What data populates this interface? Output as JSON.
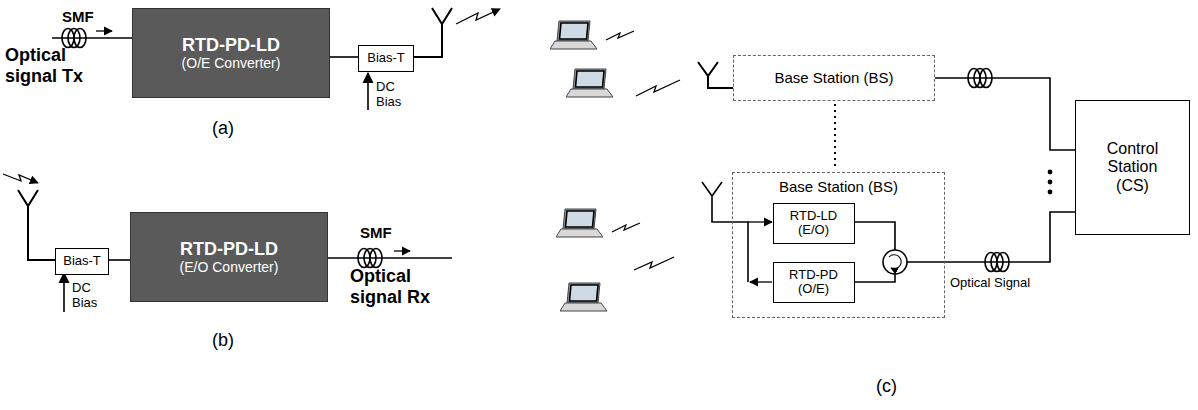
{
  "diagram": {
    "nodes": [
      {
        "text": [
          "RTD-PD-LD",
          "(O/E Converter)"
        ]
      },
      {
        "text": [
          "Bias-T"
        ]
      },
      {
        "text": [
          "RTD-PD-LD",
          "(E/O Converter)"
        ]
      },
      {
        "text": [
          "Bias-T"
        ]
      },
      {
        "text": [
          "Base Station (BS)"
        ]
      },
      {
        "text": [
          "Control Station (CS)"
        ]
      },
      {
        "text": [
          "Base Station (BS)"
        ]
      },
      {
        "text": [
          "RTD-LD (E/O)"
        ],
        "in": 6
      },
      {
        "text": [
          "RTD-PD (O/E)"
        ],
        "in": 6
      }
    ],
    "edges": [
      {
        "from": 0,
        "to": 1,
        "arrow": "none"
      },
      {
        "from": 3,
        "to": 2,
        "arrow": "none"
      },
      {
        "from": 4,
        "to": 5,
        "arrow": "none"
      },
      {
        "from": 6,
        "to": 5,
        "arrow": "none"
      }
    ],
    "labels": [
      "SMF",
      "Optical signal Tx",
      "DC Bias",
      "(a)",
      "SMF",
      "Optical signal Rx",
      "DC Bias",
      "(b)",
      "Optical Signal",
      "(c)"
    ]
  }
}
